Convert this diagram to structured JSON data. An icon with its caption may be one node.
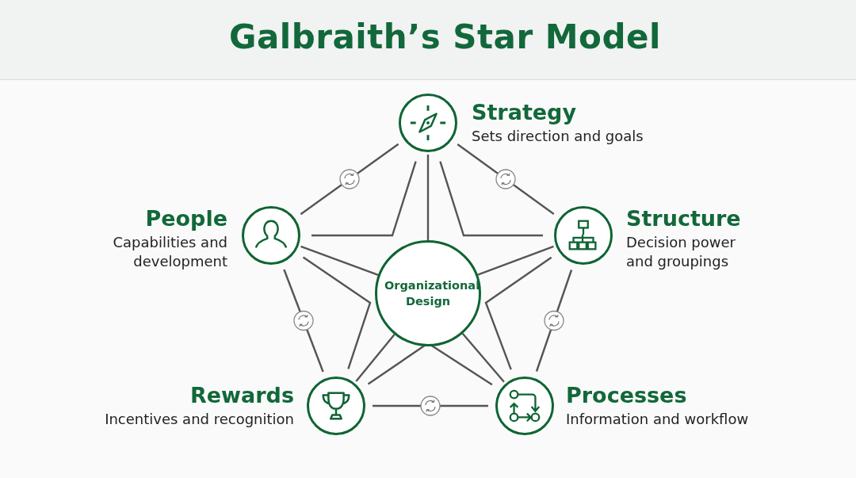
{
  "diagram": {
    "title": "Galbraith’s Star Model",
    "nodes": [
      {
        "text": [
          "Strategy",
          "Sets direction and goals"
        ]
      },
      {
        "text": [
          "People",
          "Capabilities and development"
        ]
      },
      {
        "text": [
          "Structure",
          "Decision power and groupings"
        ]
      },
      {
        "text": [
          "Organizational Design"
        ]
      },
      {
        "text": [
          "Rewards",
          "Incentives and recognition"
        ]
      },
      {
        "text": [
          "Processes",
          "Information and workflow"
        ]
      }
    ],
    "edges": [
      {
        "from": 0,
        "to": 2,
        "arrow": "none"
      },
      {
        "from": 2,
        "to": 5,
        "arrow": "none"
      },
      {
        "from": 5,
        "to": 4,
        "arrow": "none"
      },
      {
        "from": 4,
        "to": 1,
        "arrow": "none"
      },
      {
        "from": 1,
        "to": 0,
        "arrow": "none"
      },
      {
        "from": 0,
        "to": 1,
        "arrow": "none"
      },
      {
        "from": 0,
        "to": 2,
        "arrow": "none"
      },
      {
        "from": 2,
        "to": 5,
        "arrow": "none"
      },
      {
        "from": 5,
        "to": 4,
        "arrow": "none"
      },
      {
        "from": 4,
        "to": 1,
        "arrow": "none"
      },
      {
        "from": 0,
        "to": 3,
        "arrow": "none"
      },
      {
        "from": 1,
        "to": 3,
        "arrow": "none"
      },
      {
        "from": 2,
        "to": 3,
        "arrow": "none"
      },
      {
        "from": 4,
        "to": 3,
        "arrow": "none"
      },
      {
        "from": 5,
        "to": 3,
        "arrow": "none"
      }
    ]
  }
}
